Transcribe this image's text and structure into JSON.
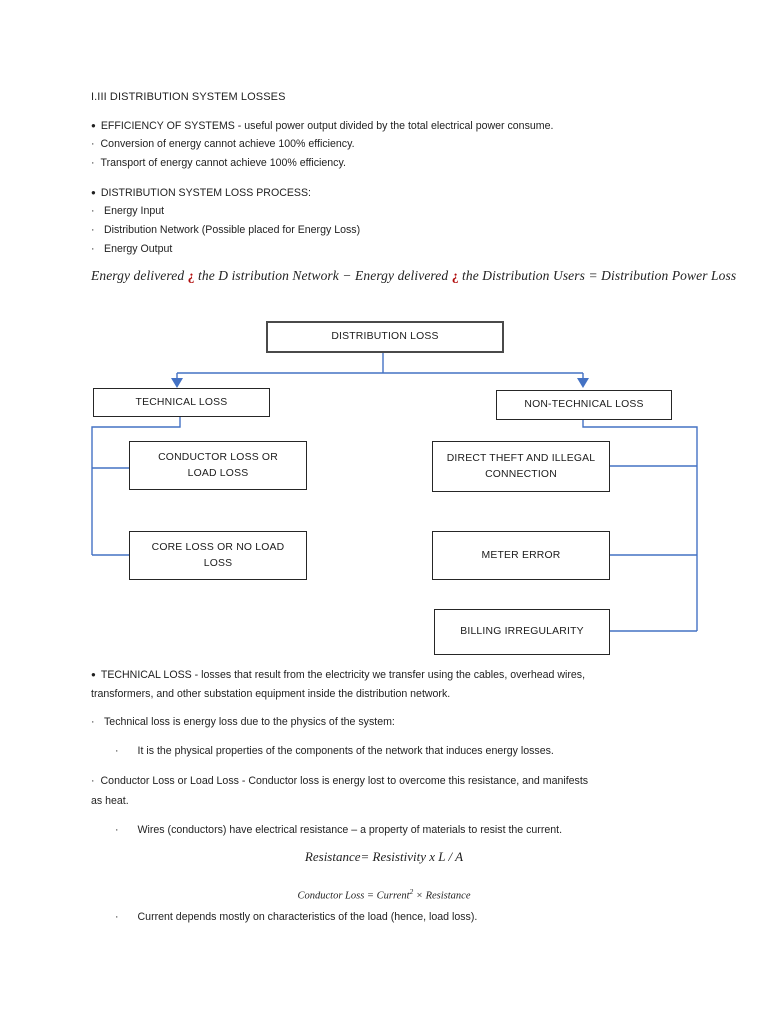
{
  "colors": {
    "connector_blue": "#4472c4",
    "equation_marker_red": "#b00a0a",
    "text": "#1f1f1f",
    "page_background": "#ffffff"
  },
  "title": "I.III DISTRIBUTION SYSTEM LOSSES",
  "efficiency": {
    "bullet": "●",
    "heading": "EFFICIENCY OF SYSTEMS - useful power output divided by the total electrical power consume.",
    "item1_bullet": "·",
    "item1": "Conversion of energy cannot achieve 100% efficiency.",
    "item2_bullet": "·",
    "item2": "Transport of energy cannot achieve 100% efficiency."
  },
  "process": {
    "bullet": "●",
    "heading": "DISTRIBUTION SYSTEM LOSS PROCESS:",
    "item1_bullet": "·",
    "item1": "Energy Input",
    "item2_bullet": "·",
    "item2": "Distribution Network (Possible placed for Energy Loss)",
    "item3_bullet": "·",
    "item3": "Energy Output"
  },
  "equation_top": {
    "part1": "Energy delivered ",
    "marker1": "¿",
    "part2": " the D istribution Network − Energy delivered ",
    "marker2": "¿",
    "part3": " the Distribution Users = Distribution Power Loss"
  },
  "diagram": {
    "root": "DISTRIBUTION LOSS",
    "technical": "TECHNICAL LOSS",
    "non_technical": "NON-TECHNICAL LOSS",
    "conductor_line1": "CONDUCTOR LOSS OR",
    "conductor_line2": "LOAD LOSS",
    "core_line1": "CORE LOSS OR NO LOAD",
    "core_line2": "LOSS",
    "theft_line1": "DIRECT THEFT AND ILLEGAL",
    "theft_line2": "CONNECTION",
    "meter": "METER ERROR",
    "billing": "BILLING IRREGULARITY"
  },
  "technical_para": {
    "bullet": "●",
    "line1": "TECHNICAL LOSS - losses that result from the electricity we transfer using the cables, overhead wires,",
    "line2": "transformers, and other substation equipment inside the distribution network."
  },
  "physics_line": {
    "bullet": "·",
    "text": "Technical loss is energy loss due to the physics of the system:"
  },
  "properties_line": {
    "bullet": "·",
    "text": "It is the physical properties of the components of the network that induces energy losses."
  },
  "conductor_para": {
    "bullet": "·",
    "line1": "Conductor Loss or Load Loss - Conductor loss is energy lost to overcome this resistance, and manifests",
    "line2": "as heat."
  },
  "wires_line": {
    "bullet": "·",
    "text": "Wires (conductors) have electrical resistance – a property of materials to resist the current."
  },
  "resistance_equation": "Resistance= Resistivity x L / A",
  "conductor_loss_equation": {
    "part1": "Conductor Loss = Current",
    "sup": "2",
    "part2": " × Resistance"
  },
  "current_line": {
    "bullet": "·",
    "text": "Current depends mostly on characteristics of the load (hence, load loss)."
  }
}
